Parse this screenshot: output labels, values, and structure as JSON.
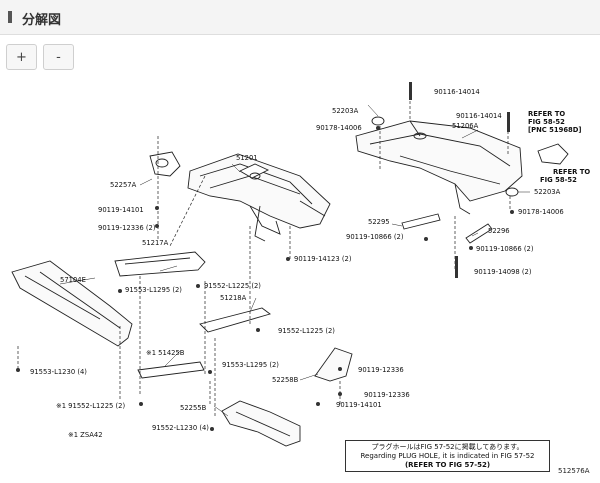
{
  "page": {
    "title": "分解図"
  },
  "controls": {
    "zoom_in": "+",
    "zoom_out": "-"
  },
  "labels": {
    "p51201": "51201",
    "p52257A": "52257A",
    "p90119_14101_top": "90119-14101",
    "p90119_12336_2": "90119-12336 (2)",
    "p51217A": "51217A",
    "p57104E": "57104E",
    "p91553_L1295_a": "91553-L1295 (2)",
    "p91552_L1225_a": "91552-L1225 (2)",
    "p51218A": "51218A",
    "p91552_L1225_b": "91552-L1225 (2)",
    "p51425B": "※1 51425B",
    "p91553_L1295_b": "91553-L1295 (2)",
    "p91553_L1230_4": "91553-L1230 (4)",
    "p91552_L1225_c": "※1 91552-L1225 (2)",
    "p52255B": "52255B",
    "p91552_L1230_4": "91552-L1230 (4)",
    "p_zsa42": "※1  ZSA42",
    "p90116_14014_a": "90116-14014",
    "p52203A_top": "52203A",
    "p90116_14014_b": "90116-14014",
    "p90178_14006_a": "90178-14006",
    "p51206A": "51206A",
    "p_refer_5852_a1": "REFER TO",
    "p_refer_5852_a2": "FIG  58-52",
    "p_refer_5852_a3": "[PNC 51968D]",
    "p_refer_5852_b1": "REFER TO",
    "p_refer_5852_b2": "FIG  58-52",
    "p52203A_right": "52203A",
    "p90178_14006_b": "90178-14006",
    "p52295": "52295",
    "p90119_10866_a": "90119-10866 (2)",
    "p52296": "52296",
    "p90119_10866_b": "90119-10866 (2)",
    "p90119_14123": "90119-14123 (2)",
    "p90119_14098": "90119-14098 (2)",
    "p90119_12336_r": "90119-12336",
    "p52258B": "52258B",
    "p90119_12336_r2": "90119-12336",
    "p90119_14101_r": "90119-14101"
  },
  "note": {
    "jp": "プラグホールはFIG 57-52に掲載してあります。",
    "en": "Regarding PLUG HOLE, it is indicated in FIG 57-52",
    "ref": "(REFER TO FIG 57-52)"
  },
  "figure_id": "512576A"
}
